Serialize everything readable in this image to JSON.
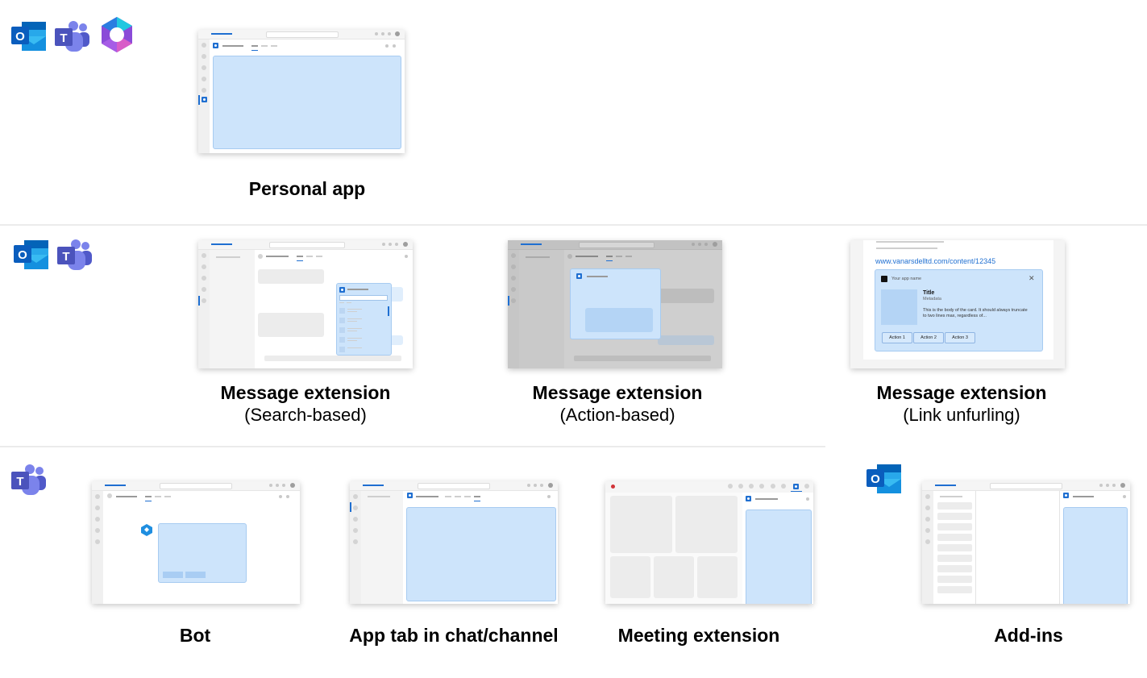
{
  "colors": {
    "accent_blue": "#1f6fd1",
    "surface_blue": "#cde4fb",
    "divider": "#ebebeb"
  },
  "host_icons": {
    "row1": [
      "outlook-icon",
      "teams-icon",
      "microsoft-365-icon"
    ],
    "row2": [
      "outlook-icon",
      "teams-icon"
    ],
    "row3_left": [
      "teams-icon"
    ],
    "row3_right": [
      "outlook-icon"
    ]
  },
  "items": {
    "personal_app": {
      "title": "Personal app"
    },
    "me_search": {
      "title": "Message extension",
      "subtitle": "(Search-based)"
    },
    "me_action": {
      "title": "Message extension",
      "subtitle": "(Action-based)"
    },
    "me_link": {
      "title": "Message extension",
      "subtitle": "(Link unfurling)"
    },
    "bot": {
      "title": "Bot"
    },
    "app_tab": {
      "title": "App tab in chat/channel"
    },
    "meeting": {
      "title": "Meeting extension"
    },
    "addins": {
      "title": "Add-ins"
    }
  },
  "link_card": {
    "url": "www.vanarsdelltd.com/content/12345",
    "app_name": "Your app name",
    "title": "Title",
    "metadata": "Metadata",
    "body": "This is the body of the card. It should always truncate to two lines max, regardless of...",
    "actions": [
      "Action 1",
      "Action 2",
      "Action 3"
    ],
    "close_glyph": "✕"
  }
}
